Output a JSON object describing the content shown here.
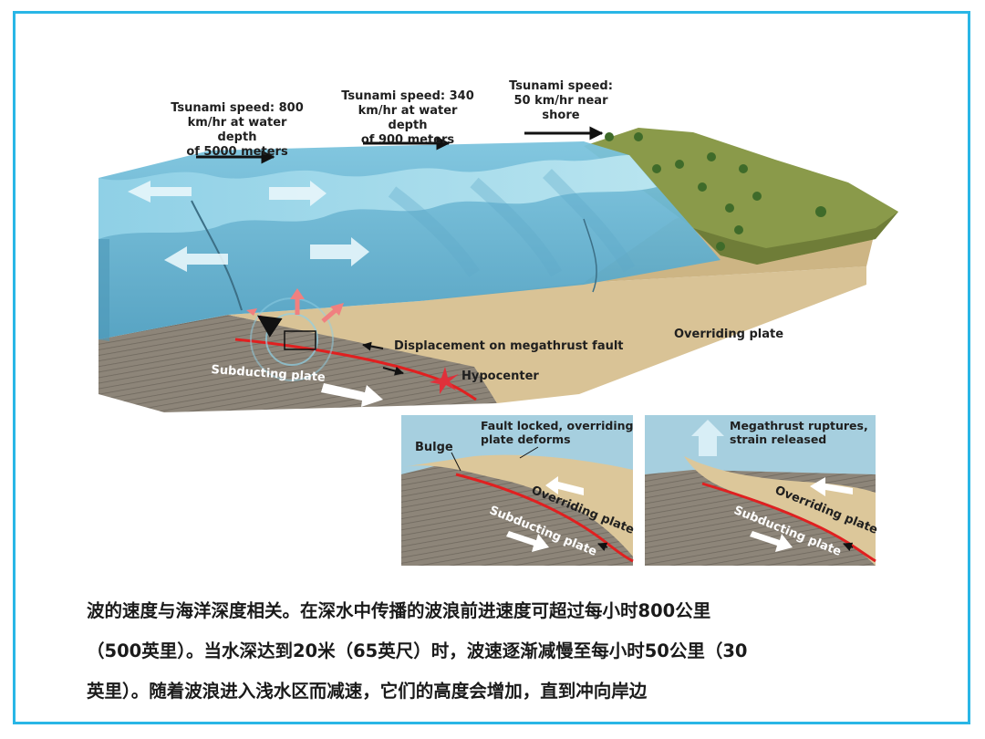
{
  "main_diagram": {
    "speed_deep": "Tsunami speed: 800\nkm/hr at water depth\nof 5000 meters",
    "speed_mid": "Tsunami speed: 340\nkm/hr at water depth\nof 900 meters",
    "speed_shore": "Tsunami speed:\n50 km/hr near\nshore",
    "overriding_plate": "Overriding plate",
    "displacement": "Displacement on megathrust fault",
    "hypocenter": "Hypocenter",
    "subducting_plate": "Subducting plate"
  },
  "inset_left": {
    "bulge": "Bulge",
    "fault_locked": "Fault locked, overriding\nplate deforms",
    "overriding": "Overriding plate",
    "subducting": "Subducting plate"
  },
  "inset_right": {
    "ruptures": "Megathrust ruptures,\nstrain released",
    "overriding": "Overriding plate",
    "subducting": "Subducting plate"
  },
  "caption": {
    "line1": "波的速度与海洋深度相关。在深水中传播的波浪前进速度可超过每小时800公里",
    "line2": "（500英里）。当水深达到20米（65英尺）时，波速逐渐减慢至每小时50公里（30",
    "line3": "英里）。随着波浪进入浅水区而减速，它们的高度会增加，直到冲向岸边"
  },
  "colors": {
    "frame": "#29b6e6",
    "water": "#6cc0dc",
    "fault": "#e02020",
    "land": "#dcc79a",
    "plate": "#8a8276"
  }
}
